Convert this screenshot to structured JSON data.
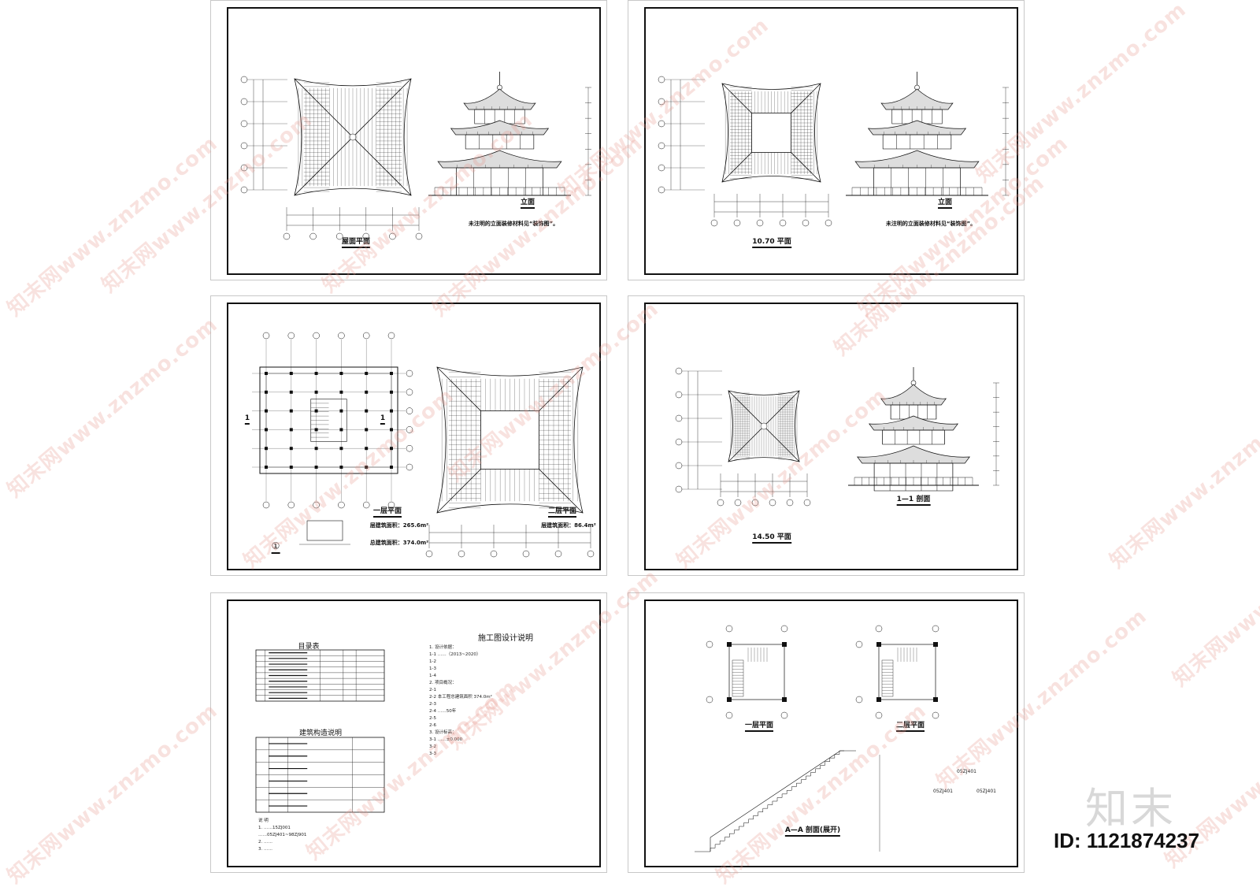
{
  "sheets": [
    {
      "titles": {
        "plan": "屋面平面",
        "elevation": "立面",
        "note": "未注明的立面装修材料见“装饰图”。"
      }
    },
    {
      "titles": {
        "plan": "10.70 平面",
        "elevation": "立面",
        "note": "未注明的立面装修材料见“装饰图”。"
      }
    },
    {
      "titles": {
        "plan1": "一层平面",
        "plan2": "二层平面",
        "area1": "层建筑面积：265.6m²",
        "area_total": "总建筑面积：374.0m²",
        "area2": "层建筑面积：86.4m²",
        "section_mark": "1",
        "detail_mark": "①"
      }
    },
    {
      "titles": {
        "plan": "14.50 平面",
        "section": "1—1 剖面"
      }
    },
    {
      "titles": {
        "index": "目录表",
        "construction": "建筑构造说明",
        "design_notes": "施工图设计说明"
      },
      "notes": [
        "1. 设计依据：",
        "1-1  ……（2013~2020）",
        "1-2",
        "1-3",
        "1-4",
        "2. 项目概况：",
        "2-1",
        "2-2  本工程总建筑面积 374.0m²",
        "2-3",
        "2-4  ……50年",
        "2-5",
        "2-6",
        "3. 设计标高：",
        "3-1  ……±0.000",
        "3-2",
        "3-3"
      ],
      "remarks": [
        "说 明",
        "1. ……15ZJ001",
        "   ……05ZJ401~98ZJ901",
        "2. ……",
        "3. ……"
      ]
    },
    {
      "titles": {
        "plan1": "一层平面",
        "plan2": "二层平面",
        "section": "A—A 剖面(展开)",
        "ref1": "05ZJ401",
        "ref2": "05ZJ401",
        "ref3": "05ZJ401"
      }
    }
  ],
  "watermark": "知末网www.znzmo.com",
  "logo": "知末",
  "id_label": "ID: 1121874237"
}
